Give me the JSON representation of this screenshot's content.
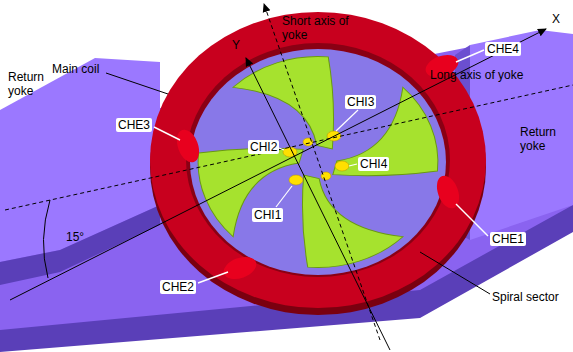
{
  "diagram": {
    "labels": [
      "Short axis of yoke",
      "Y",
      "X",
      "Main coil",
      "CHE4",
      "Return yoke",
      "Long axis of yoke",
      "CHE3",
      "CHI3",
      "CHI2",
      "Return yoke",
      "CHI4",
      "CHE1",
      "CHI1",
      "15°",
      "CHE2",
      "Spiral sector"
    ]
  }
}
